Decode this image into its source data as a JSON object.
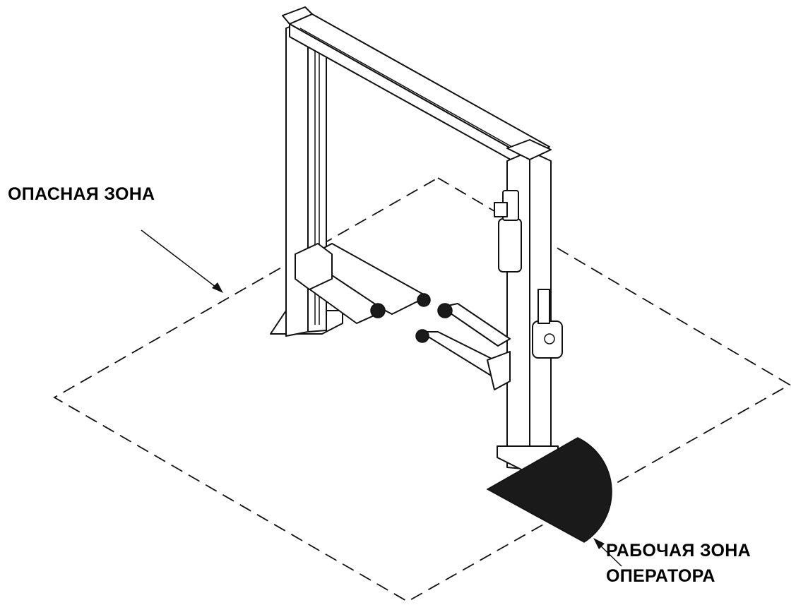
{
  "labels": {
    "danger_zone": "ОПАСНАЯ ЗОНА",
    "operator_zone_line1": "РАБОЧАЯ ЗОНА",
    "operator_zone_line2": "ОПЕРАТОРА"
  },
  "colors": {
    "line": "#111111",
    "operator_zone_fill": "#1a1a1a",
    "background": "#ffffff"
  }
}
